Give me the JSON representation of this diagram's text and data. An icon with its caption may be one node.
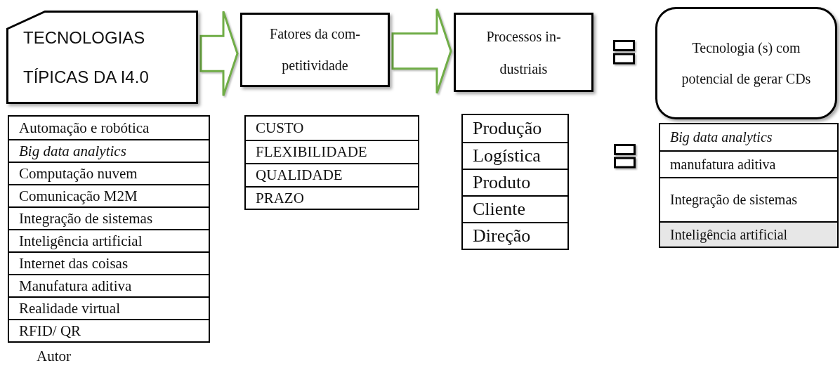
{
  "diagram": {
    "nodes": [
      {
        "text": [
          "TECNOLOGIAS TÍPICAS DA I4.0"
        ]
      },
      {
        "text": [
          "Fatores da com- petitividade"
        ]
      },
      {
        "text": [
          "Processos in- dustriais"
        ]
      },
      {
        "text": [
          "Tecnologia (s) com potencial de gerar CDs"
        ]
      },
      {
        "text": [
          "Automação e robótica",
          "Big data analytics",
          "Computação nuvem",
          "Comunicação M2M",
          "Integração de sistemas",
          "Inteligência artificial",
          "Internet das coisas",
          "Manufatura aditiva",
          "Realidade virtual",
          "RFID/ QR"
        ]
      },
      {
        "text": [
          "CUSTO",
          "FLEXIBILIDADE",
          "QUALIDADE",
          "PRAZO"
        ]
      },
      {
        "text": [
          "Produção",
          "Logística",
          "Produto",
          "Cliente",
          "Direção"
        ]
      },
      {
        "text": [
          "Big data analytics",
          "manufatura aditiva",
          "Integração de sistemas",
          "Inteligência artificial"
        ]
      }
    ],
    "edges": [
      {
        "from": 0,
        "to": 1,
        "arrow": "to",
        "color": "#70ad47"
      },
      {
        "from": 1,
        "to": 2,
        "arrow": "to",
        "color": "#70ad47"
      }
    ],
    "labels": [
      "Autor"
    ]
  }
}
